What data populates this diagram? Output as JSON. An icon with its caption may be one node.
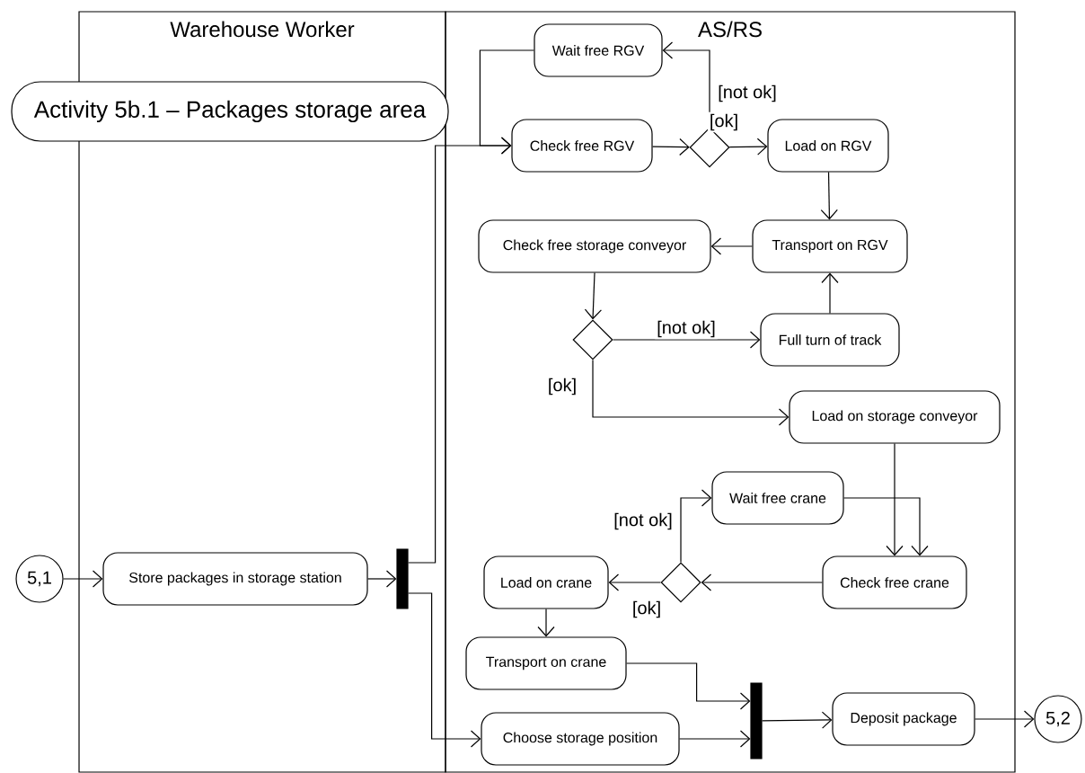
{
  "diagram": {
    "nodes": [
      {
        "text": [
          "Warehouse Worker"
        ]
      },
      {
        "text": [
          "AS/RS"
        ]
      },
      {
        "text": [
          "Activity 5b.1 – Packages storage area"
        ]
      },
      {
        "text": [
          "Wait free RGV"
        ],
        "in": 1
      },
      {
        "text": [
          "Check free RGV"
        ],
        "in": 1
      },
      {
        "text": [],
        "shape": "diamond",
        "in": 1
      },
      {
        "text": [
          "Load on RGV"
        ],
        "in": 1
      },
      {
        "text": [
          "Check free storage conveyor"
        ],
        "in": 1
      },
      {
        "text": [
          "Transport on RGV"
        ],
        "in": 1
      },
      {
        "text": [],
        "shape": "diamond",
        "in": 1
      },
      {
        "text": [
          "Full turn of track"
        ],
        "in": 1
      },
      {
        "text": [
          "Load on storage conveyor"
        ],
        "in": 1
      },
      {
        "text": [
          "Wait free crane"
        ],
        "in": 1
      },
      {
        "text": [
          "Load on crane"
        ],
        "in": 1
      },
      {
        "text": [],
        "shape": "diamond",
        "in": 1
      },
      {
        "text": [
          "Check free crane"
        ],
        "in": 1
      },
      {
        "text": [
          "Transport on crane"
        ],
        "in": 1
      },
      {
        "text": [
          "Choose storage position"
        ],
        "in": 1
      },
      {
        "text": [
          "5,1"
        ]
      },
      {
        "text": [
          "Store packages in storage station"
        ],
        "in": 0
      },
      {
        "text": [],
        "shape": "bar",
        "in": 0
      },
      {
        "text": [],
        "shape": "bar",
        "in": 1
      },
      {
        "text": [
          "Deposit package"
        ],
        "in": 1
      },
      {
        "text": [
          "5,2"
        ]
      }
    ],
    "edges": [
      {
        "from": 18,
        "to": 19,
        "arrow": "to"
      },
      {
        "from": 19,
        "to": 20,
        "arrow": "to"
      },
      {
        "from": 20,
        "to": 4,
        "arrow": "to"
      },
      {
        "from": 20,
        "to": 17,
        "arrow": "to"
      },
      {
        "from": 3,
        "to": 4,
        "arrow": "to"
      },
      {
        "from": 4,
        "to": 5,
        "arrow": "to"
      },
      {
        "from": 5,
        "to": 6,
        "arrow": "to",
        "label": "[ok]"
      },
      {
        "from": 5,
        "to": 3,
        "arrow": "to",
        "label": "[not ok]"
      },
      {
        "from": 6,
        "to": 8,
        "arrow": "to"
      },
      {
        "from": 8,
        "to": 7,
        "arrow": "to"
      },
      {
        "from": 7,
        "to": 9,
        "arrow": "to"
      },
      {
        "from": 9,
        "to": 10,
        "arrow": "to",
        "label": "[not ok]"
      },
      {
        "from": 10,
        "to": 8,
        "arrow": "to"
      },
      {
        "from": 9,
        "to": 11,
        "arrow": "to",
        "label": "[ok]"
      },
      {
        "from": 11,
        "to": 15,
        "arrow": "to"
      },
      {
        "from": 12,
        "to": 15,
        "arrow": "to"
      },
      {
        "from": 15,
        "to": 14,
        "arrow": "to"
      },
      {
        "from": 14,
        "to": 13,
        "arrow": "to",
        "label": "[ok]"
      },
      {
        "from": 14,
        "to": 12,
        "arrow": "to",
        "label": "[not ok]"
      },
      {
        "from": 13,
        "to": 16,
        "arrow": "to"
      },
      {
        "from": 16,
        "to": 21,
        "arrow": "to"
      },
      {
        "from": 17,
        "to": 21,
        "arrow": "to"
      },
      {
        "from": 21,
        "to": 22,
        "arrow": "to"
      },
      {
        "from": 22,
        "to": 23,
        "arrow": "to"
      }
    ]
  }
}
